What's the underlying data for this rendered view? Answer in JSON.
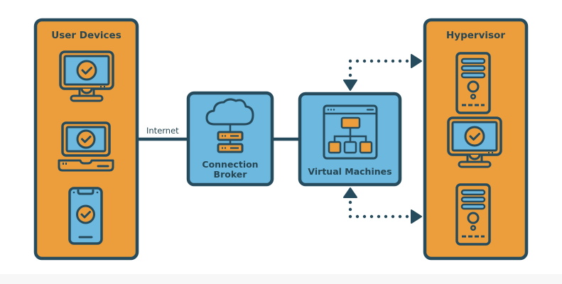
{
  "colors": {
    "outline": "#264b5d",
    "panel": "#ec9e3d",
    "screen": "#6db8df",
    "background": "#ffffff"
  },
  "nodes": {
    "user_devices": {
      "title": "User Devices",
      "items": [
        {
          "type": "desktop-monitor",
          "icon": "monitor-check-icon"
        },
        {
          "type": "laptop",
          "icon": "laptop-check-icon"
        },
        {
          "type": "smartphone",
          "icon": "phone-check-icon"
        }
      ]
    },
    "connection_broker": {
      "title_line1": "Connection",
      "title_line2": "Broker",
      "icon": "cloud-server-icon"
    },
    "virtual_machines": {
      "title": "Virtual Machines",
      "icon": "window-hierarchy-icon"
    },
    "hypervisor": {
      "title": "Hypervisor",
      "items": [
        {
          "type": "server-tower",
          "icon": "server-tower-icon"
        },
        {
          "type": "desktop-monitor",
          "icon": "monitor-check-icon"
        },
        {
          "type": "server-tower",
          "icon": "server-tower-icon"
        }
      ]
    }
  },
  "edges": [
    {
      "from": "user_devices",
      "to": "connection_broker",
      "label": "Internet",
      "style": "solid"
    },
    {
      "from": "connection_broker",
      "to": "virtual_machines",
      "label": "",
      "style": "solid"
    },
    {
      "from": "virtual_machines",
      "to": "hypervisor",
      "label": "",
      "style": "dotted-bidirectional",
      "position": "top"
    },
    {
      "from": "virtual_machines",
      "to": "hypervisor",
      "label": "",
      "style": "dotted-bidirectional",
      "position": "bottom"
    }
  ]
}
